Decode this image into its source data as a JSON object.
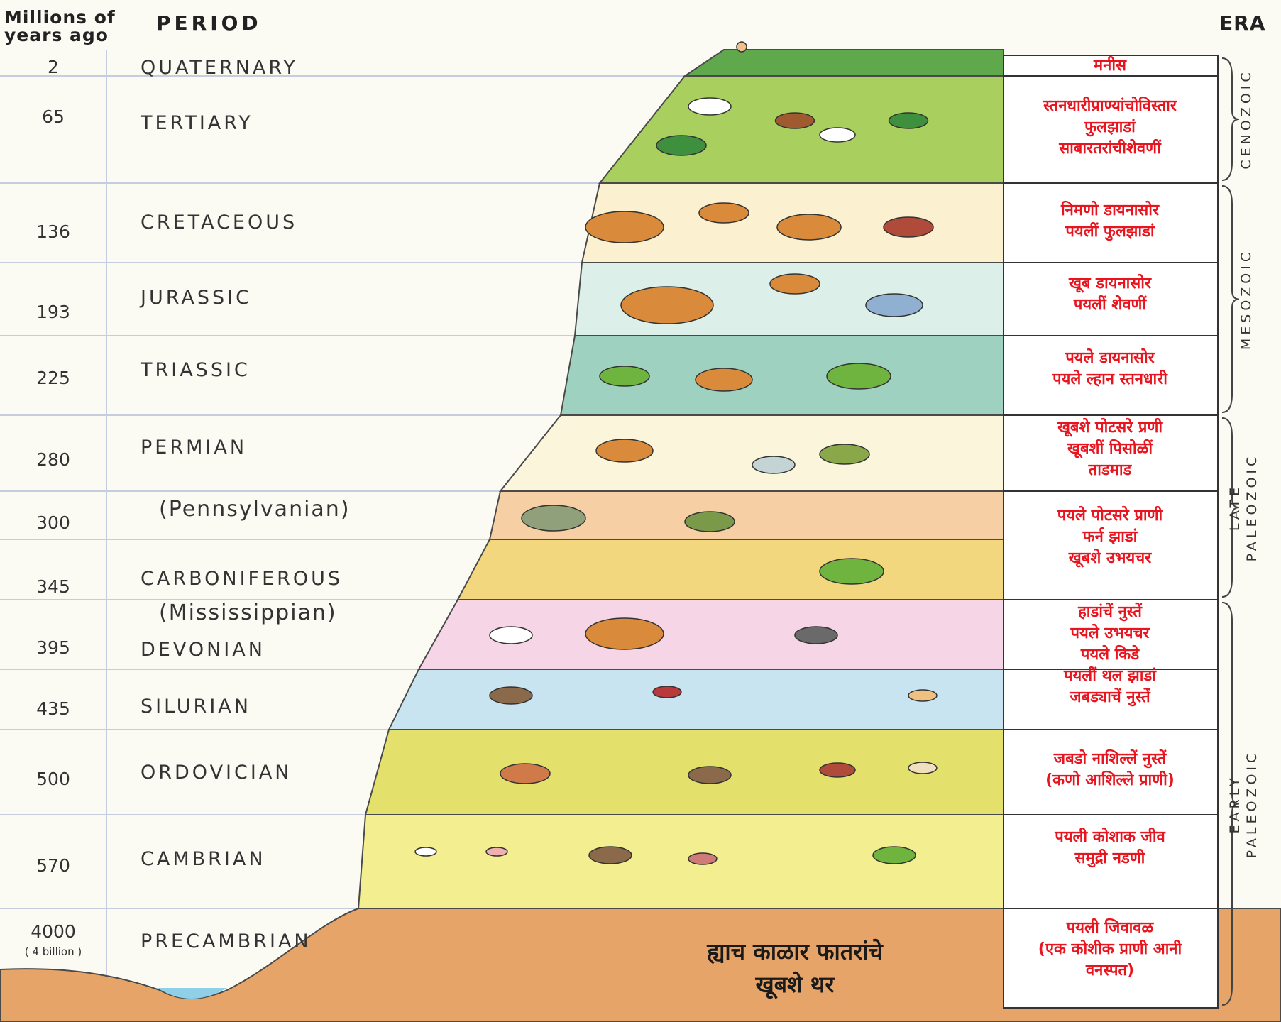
{
  "headers": {
    "millions": [
      "Millions of",
      "years ago"
    ],
    "period": "PERIOD",
    "era": "ERA"
  },
  "periods": [
    {
      "ma": "2",
      "period": "QUATERNARY",
      "note": [
        "मनीस"
      ],
      "color": "#5fa84c"
    },
    {
      "ma": "65",
      "period": "TERTIARY",
      "note": [
        "स्तनधारीप्राण्यांचोविस्तार",
        "फुलझाडां",
        "साबारतरांचीशेवणीं"
      ],
      "color": "#a9d05f"
    },
    {
      "ma": "136",
      "period": "CRETACEOUS",
      "note": [
        "निमणो डायनासोर",
        "पयलीं फुलझाडां"
      ],
      "color": "#fbf0cf"
    },
    {
      "ma": "193",
      "period": "JURASSIC",
      "note": [
        "खूब डायनासोर",
        "पयलीं शेवणीं"
      ],
      "color": "#dcefe9"
    },
    {
      "ma": "225",
      "period": "TRIASSIC",
      "note": [
        "पयले डायनासोर",
        "पयले ल्हान स्तनधारी"
      ],
      "color": "#9fd1c0"
    },
    {
      "ma": "280",
      "period": "PERMIAN",
      "note": [
        "खूबशे पोटसरे प्रणी",
        "खूबशीं पिसोळीं",
        "ताडमाड"
      ],
      "color": "#fbf5dc"
    },
    {
      "ma": "300",
      "period": "(Pennsylvanian)",
      "note": [
        "पयले पोटसरे प्राणी",
        "फर्न झाडां",
        "खूबशे उभयचर"
      ],
      "color": "#f7cfa5"
    },
    {
      "ma": "345",
      "period": "CARBONIFEROUS",
      "period_sub": "(Mississippian)",
      "color": "#f2d77e"
    },
    {
      "ma": "395",
      "period": "DEVONIAN",
      "note": [
        "हाडांचें नुस्तें",
        "पयले उभयचर",
        "पयले किडे"
      ],
      "color": "#f6d6e6"
    },
    {
      "ma": "435",
      "period": "SILURIAN",
      "note": [
        "पयलीं थल झाडां",
        "जबड्याचें नुस्तें"
      ],
      "color": "#c8e4f1"
    },
    {
      "ma": "500",
      "period": "ORDOVICIAN",
      "note": [
        "जबडो नाशिल्लें नुस्तें",
        "(कणो आशिल्ले प्राणी)"
      ],
      "color": "#e4e06c"
    },
    {
      "ma": "570",
      "period": "CAMBRIAN",
      "note": [
        "पयली कोशाक जीव",
        "समुद्री नडणी"
      ],
      "color": "#f3ef90"
    },
    {
      "ma": "4000",
      "ma_sub": "( 4 billion )",
      "period": "PRECAMBRIAN",
      "note": [
        "पयली जिवावळ",
        "(एक कोशीक प्राणी आनी",
        "वनस्पत)"
      ],
      "color": "#e7a468"
    }
  ],
  "eras": [
    {
      "label": "CENOZOIC"
    },
    {
      "label": "MESOZOIC"
    },
    {
      "label": "LATE\nPALEOZOIC"
    },
    {
      "label": "EARLY\nPALEOZOIC"
    }
  ],
  "bottom_label": [
    "ह्याच काळार फातरांचे",
    "खूबशे थर"
  ],
  "colors": {
    "note": "#e8141e",
    "rule": "#c7cde0",
    "precambrian": "#e7a468",
    "water": "#8fd0e8"
  }
}
